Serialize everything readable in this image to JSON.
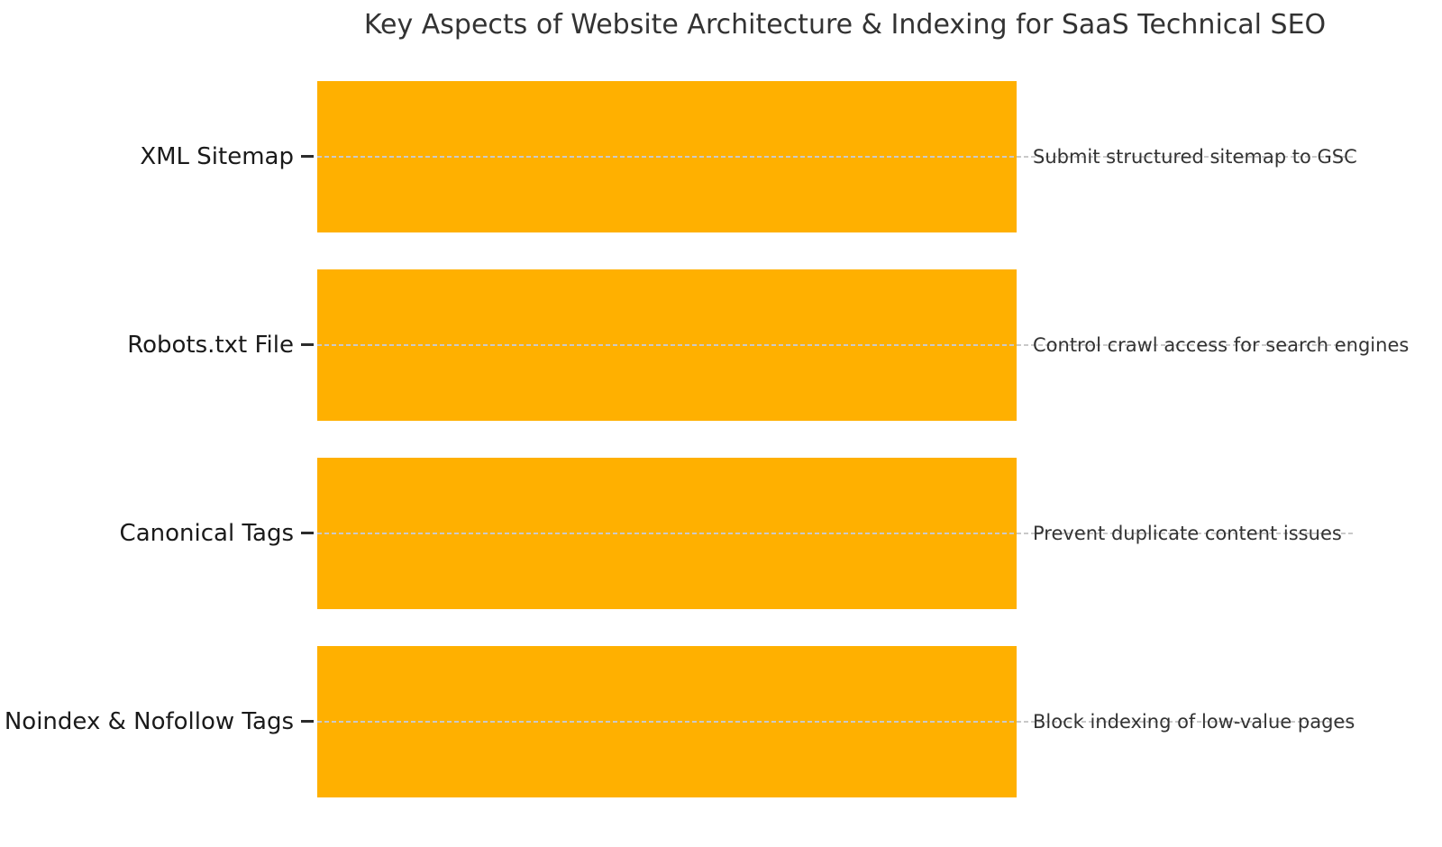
{
  "chart_data": {
    "type": "bar",
    "orientation": "horizontal",
    "title": "Key Aspects of Website Architecture & Indexing for SaaS Technical SEO",
    "categories": [
      "XML Sitemap",
      "Robots.txt File",
      "Canonical Tags",
      "Noindex & Nofollow Tags"
    ],
    "values": [
      1,
      1,
      1,
      1
    ],
    "annotations": [
      "Submit structured sitemap to GSC",
      "Control crawl access for search engines",
      "Prevent duplicate content issues",
      "Block indexing of low-value pages"
    ],
    "xlabel": "",
    "ylabel": "",
    "legend": false,
    "x_axis_visible": false,
    "grid_style": "dashed horizontal line at each bar center, drawn over bars",
    "colors": {
      "bar": "#FFB000",
      "background": "#FFFFFF",
      "title": "#333333",
      "category_label": "#1A1A1A",
      "annotation": "#333333",
      "gridline": "#C9C9C9",
      "tick": "#2B2B2B"
    }
  }
}
